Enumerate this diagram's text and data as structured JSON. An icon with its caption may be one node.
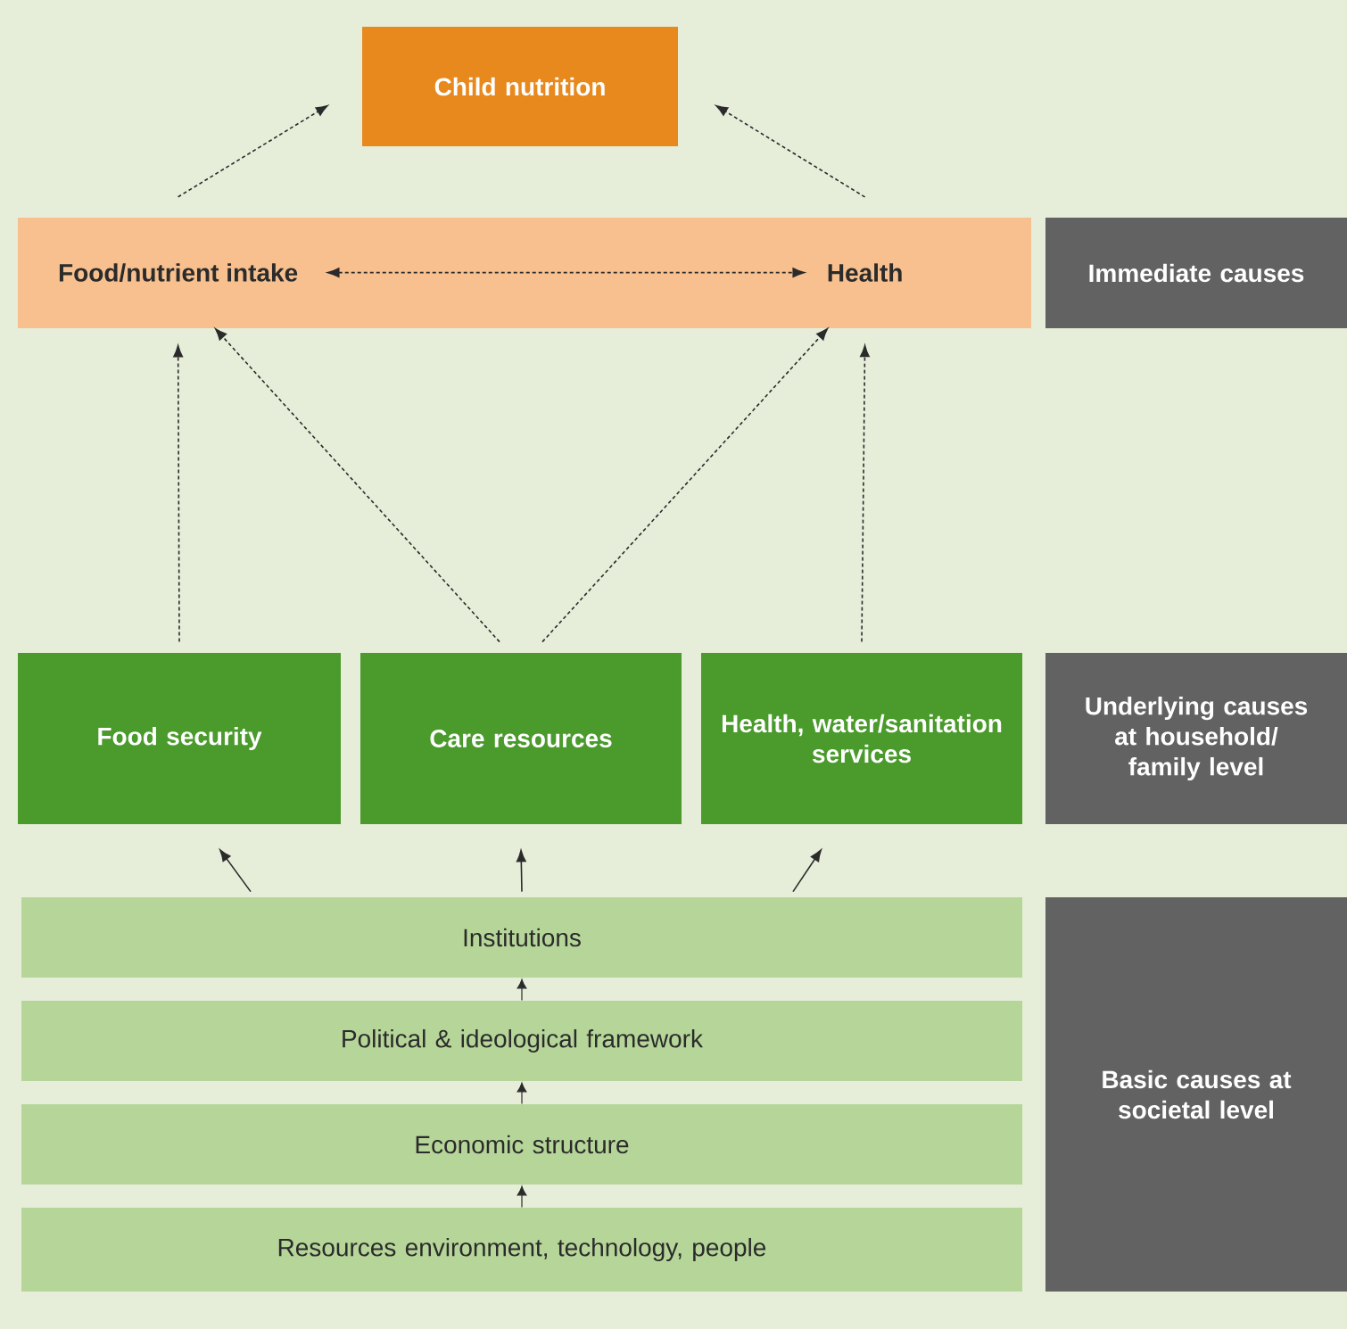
{
  "diagram": {
    "nodes": [
      {
        "text": [
          "Child nutrition"
        ]
      },
      {
        "text": [],
        "shape": "box"
      },
      {
        "text": [
          "Food/nutrient intake"
        ],
        "in": 1
      },
      {
        "text": [
          "Health"
        ],
        "in": 1
      },
      {
        "text": [
          "Immediate causes"
        ]
      },
      {
        "text": [
          "Food security"
        ]
      },
      {
        "text": [
          "Care resources"
        ]
      },
      {
        "text": [
          "Health, water/sanitation services"
        ]
      },
      {
        "text": [
          "Underlying causes at household/ family level"
        ]
      },
      {
        "text": [
          "Institutions"
        ]
      },
      {
        "text": [
          "Political & ideological framework"
        ]
      },
      {
        "text": [
          "Economic structure"
        ]
      },
      {
        "text": [
          "Resources environment, technology, people"
        ]
      },
      {
        "text": [
          "Basic causes at societal level"
        ]
      }
    ],
    "edges": [
      {
        "from": 2,
        "to": 0,
        "arrow": "to",
        "style": "dashed"
      },
      {
        "from": 3,
        "to": 0,
        "arrow": "to",
        "style": "dashed"
      },
      {
        "from": 2,
        "to": 3,
        "arrow": "both",
        "style": "dashed"
      },
      {
        "from": 5,
        "to": 2,
        "arrow": "to",
        "style": "dashed"
      },
      {
        "from": 6,
        "to": 2,
        "arrow": "to",
        "style": "dashed"
      },
      {
        "from": 6,
        "to": 3,
        "arrow": "to",
        "style": "dashed"
      },
      {
        "from": 7,
        "to": 3,
        "arrow": "to",
        "style": "dashed"
      },
      {
        "from": 9,
        "to": 5,
        "arrow": "to"
      },
      {
        "from": 9,
        "to": 6,
        "arrow": "to"
      },
      {
        "from": 9,
        "to": 7,
        "arrow": "to"
      },
      {
        "from": 10,
        "to": 9,
        "arrow": "to"
      },
      {
        "from": 11,
        "to": 10,
        "arrow": "to"
      },
      {
        "from": 12,
        "to": 11,
        "arrow": "to"
      }
    ]
  }
}
